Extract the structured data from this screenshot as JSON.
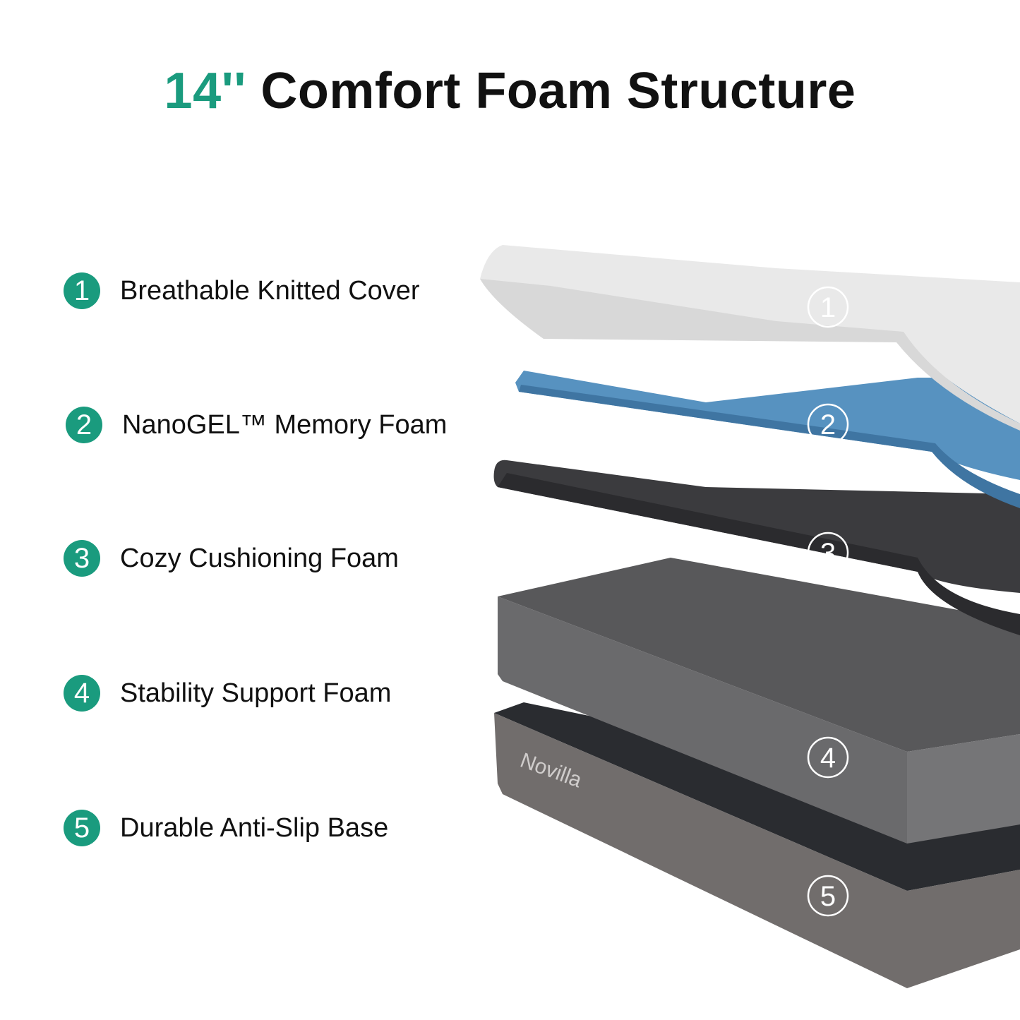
{
  "title": {
    "accent": "14''",
    "main": "Comfort Foam Structure"
  },
  "accent_color": "#1a9b7e",
  "layers": [
    {
      "number": "1",
      "label": "Breathable Knitted Cover",
      "color": "#e6e6e6"
    },
    {
      "number": "2",
      "label": "NanoGEL™ Memory Foam",
      "color": "#4f87b5"
    },
    {
      "number": "3",
      "label": "Cozy Cushioning Foam",
      "color": "#323234"
    },
    {
      "number": "4",
      "label": "Stability Support Foam",
      "color": "#6a6a6c"
    },
    {
      "number": "5",
      "label": "Durable Anti-Slip Base",
      "color": "#716d6c"
    }
  ],
  "brand_logo": "Novilla"
}
